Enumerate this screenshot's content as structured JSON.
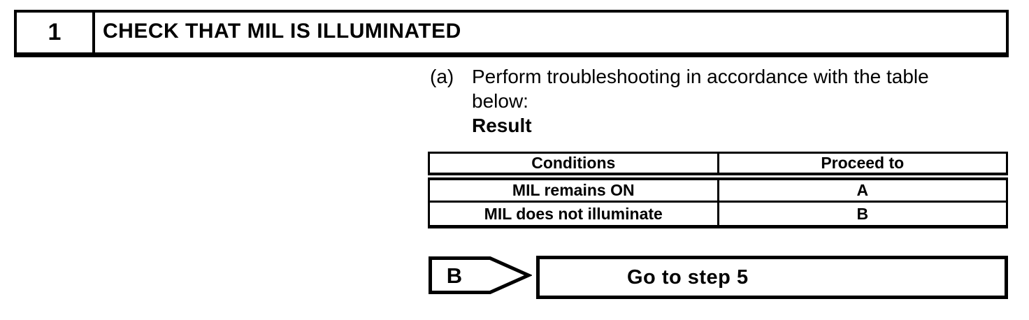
{
  "step_header": {
    "number": "1",
    "title": "CHECK THAT MIL IS ILLUMINATED"
  },
  "instruction": {
    "label": "(a)",
    "text": "Perform troubleshooting in accordance with the table below:",
    "result_label": "Result"
  },
  "result_table": {
    "columns": [
      "Conditions",
      "Proceed to"
    ],
    "rows": [
      {
        "condition": "MIL remains ON",
        "proceed_to": "A"
      },
      {
        "condition": "MIL does not illuminate",
        "proceed_to": "B"
      }
    ]
  },
  "action": {
    "branch_label": "B",
    "instruction": "Go to step 5"
  },
  "colors": {
    "ink": "#000000",
    "background": "#ffffff"
  }
}
